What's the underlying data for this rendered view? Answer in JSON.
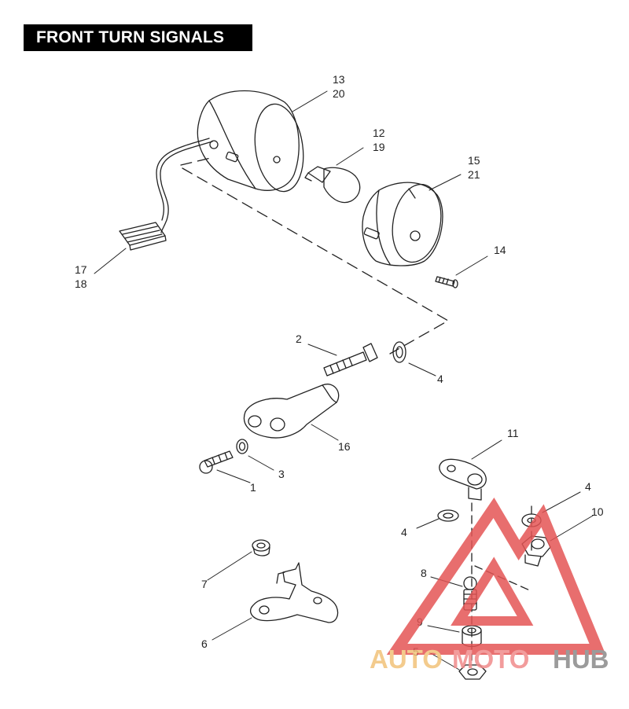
{
  "title": "FRONT TURN SIGNALS",
  "callouts": [
    {
      "id": "c13",
      "text": "13"
    },
    {
      "id": "c20",
      "text": "20"
    },
    {
      "id": "c12",
      "text": "12"
    },
    {
      "id": "c19",
      "text": "19"
    },
    {
      "id": "c15",
      "text": "15"
    },
    {
      "id": "c21",
      "text": "21"
    },
    {
      "id": "c14",
      "text": "14"
    },
    {
      "id": "c17",
      "text": "17"
    },
    {
      "id": "c18",
      "text": "18"
    },
    {
      "id": "c2",
      "text": "2"
    },
    {
      "id": "c4a",
      "text": "4"
    },
    {
      "id": "c16",
      "text": "16"
    },
    {
      "id": "c3",
      "text": "3"
    },
    {
      "id": "c1",
      "text": "1"
    },
    {
      "id": "c11",
      "text": "11"
    },
    {
      "id": "c4b",
      "text": "4"
    },
    {
      "id": "c4c",
      "text": "4"
    },
    {
      "id": "c10",
      "text": "10"
    },
    {
      "id": "c7",
      "text": "7"
    },
    {
      "id": "c8",
      "text": "8"
    },
    {
      "id": "c9",
      "text": "9"
    },
    {
      "id": "c5",
      "text": "5"
    },
    {
      "id": "c6",
      "text": "6"
    }
  ],
  "watermark": {
    "text_a": "AUTO",
    "text_b": "MOTO",
    "text_c": "HUB",
    "color_a": "#f2c27a",
    "color_b": "#f08b8b",
    "color_c": "#8a8a8a",
    "triangle_color": "#e45555"
  }
}
